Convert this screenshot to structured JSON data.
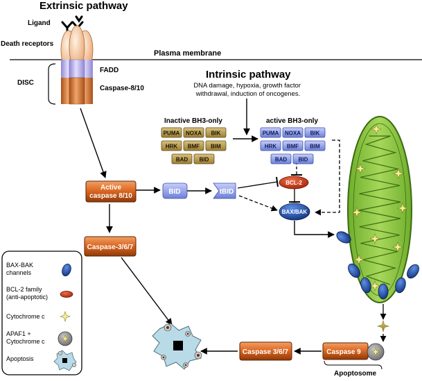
{
  "titles": {
    "extrinsic": "Extrinsic pathway",
    "intrinsic": "Intrinsic pathway"
  },
  "membrane": {
    "label": "Plasma membrane"
  },
  "receptor_labels": {
    "ligand": "Ligand",
    "death_receptors": "Death receptors",
    "disc": "DISC",
    "fadd": "FADD",
    "caspase_8_10": "Caspase-8/10"
  },
  "intrinsic_description": [
    "DNA damage, hypoxia, growth factor",
    "withdrawal, induction of oncogenes."
  ],
  "bh3": {
    "inactive_title": "Inactive BH3-only",
    "active_title": "active BH3-only",
    "proteins": [
      "PUMA",
      "NOXA",
      "BIK",
      "HRK",
      "BMF",
      "BIM",
      "BAD",
      "BID"
    ]
  },
  "nodes": {
    "active_caspase_line1": "Active",
    "active_caspase_line2": "caspase 8/10",
    "bid": "BID",
    "tbid": "tBID",
    "bcl2": "BCL-2",
    "baxbak": "BAX/BAK",
    "caspase367_left": "Caspase-3/6/7",
    "caspase367_bottom": "Caspase 3/6/7",
    "caspase9": "Caspase 9",
    "apoptosome": "Apoptosome"
  },
  "legend": {
    "items": [
      {
        "key": "baxbak",
        "label": [
          "BAX-BAK",
          "channels"
        ]
      },
      {
        "key": "bcl2",
        "label": [
          "BCL-2 family",
          "(anti-apoptotic)"
        ]
      },
      {
        "key": "cytc",
        "label": [
          "Cytochrome c"
        ]
      },
      {
        "key": "apaf1",
        "label": [
          "APAF1 +",
          "Cytochrome c"
        ]
      },
      {
        "key": "apoptosis",
        "label": [
          "Apoptosis"
        ]
      }
    ]
  },
  "colors": {
    "caspase_orange": "#d9641e",
    "receptor_peach": "#f6c9a2",
    "fadd_violet": "#b9b2e8",
    "bh3_inactive": "#b89a4a",
    "bh3_active": "#8e9ee6",
    "bcl2_red": "#d23a16",
    "baxbak_blue": "#1c4fa8",
    "mito_green": "#8cc640",
    "cytc_yellow": "#f3ef9a"
  }
}
